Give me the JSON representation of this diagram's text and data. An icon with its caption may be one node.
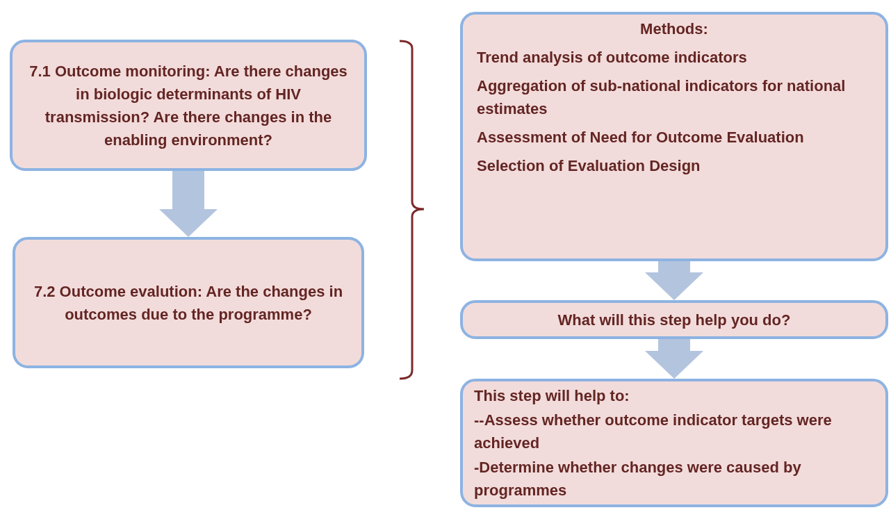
{
  "diagram": {
    "nodes": [
      {
        "text": [
          "7.1 Outcome monitoring: Are there changes in biologic determinants of HIV transmission? Are there changes in the enabling environment?"
        ]
      },
      {
        "text": [
          "7.2 Outcome evalution: Are the changes in outcomes due to the programme?"
        ]
      },
      {
        "text": [
          "Methods:",
          "Trend analysis of outcome indicators",
          "Aggregation of sub-national indicators for national estimates",
          "Assessment of Need for Outcome Evaluation",
          "Selection of Evaluation Design"
        ]
      },
      {
        "text": [
          "What will this step help you do?"
        ]
      },
      {
        "text": [
          "This step will help to:",
          "--Assess whether outcome indicator targets were achieved",
          "-Determine whether changes were caused by programmes"
        ]
      }
    ],
    "edges": [
      {
        "from": 0,
        "to": 1,
        "arrow": "to"
      },
      {
        "from": 2,
        "to": 3,
        "arrow": "to"
      },
      {
        "from": 3,
        "to": 4,
        "arrow": "to"
      }
    ]
  }
}
